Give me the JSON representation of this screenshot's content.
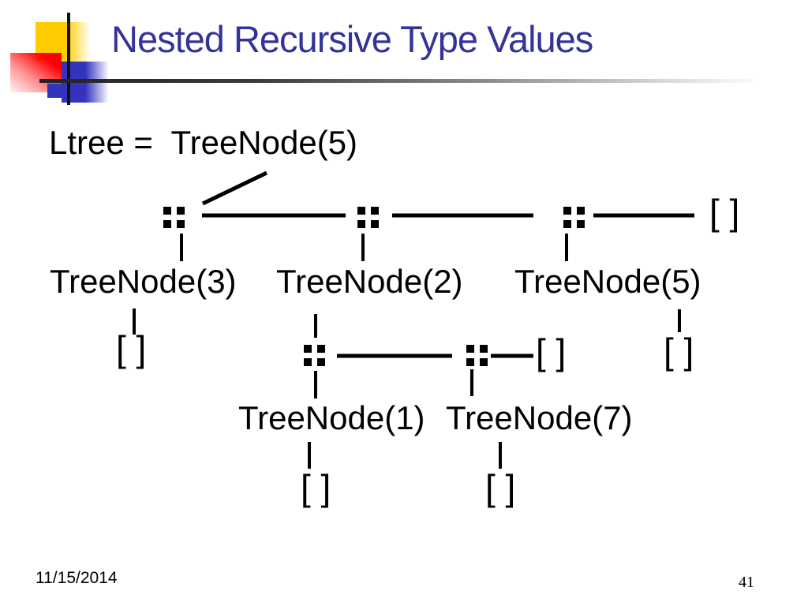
{
  "slide": {
    "title": "Nested Recursive Type Values",
    "footer_date": "11/15/2014",
    "page_number": "41"
  },
  "diagram": {
    "assignment": "Ltree =  TreeNode(5)",
    "cons_symbol": "::",
    "empty_list": "[ ]",
    "level1_nodes": [
      "TreeNode(3)",
      "TreeNode(2)",
      "TreeNode(5)"
    ],
    "level2_nodes": [
      "TreeNode(1)",
      "TreeNode(7)"
    ]
  },
  "colors": {
    "title": "#333399",
    "diagram_ink": "#000000",
    "logo_yellow": "#ffcc00",
    "logo_red": "#ff0000",
    "logo_blue": "#3333be"
  }
}
